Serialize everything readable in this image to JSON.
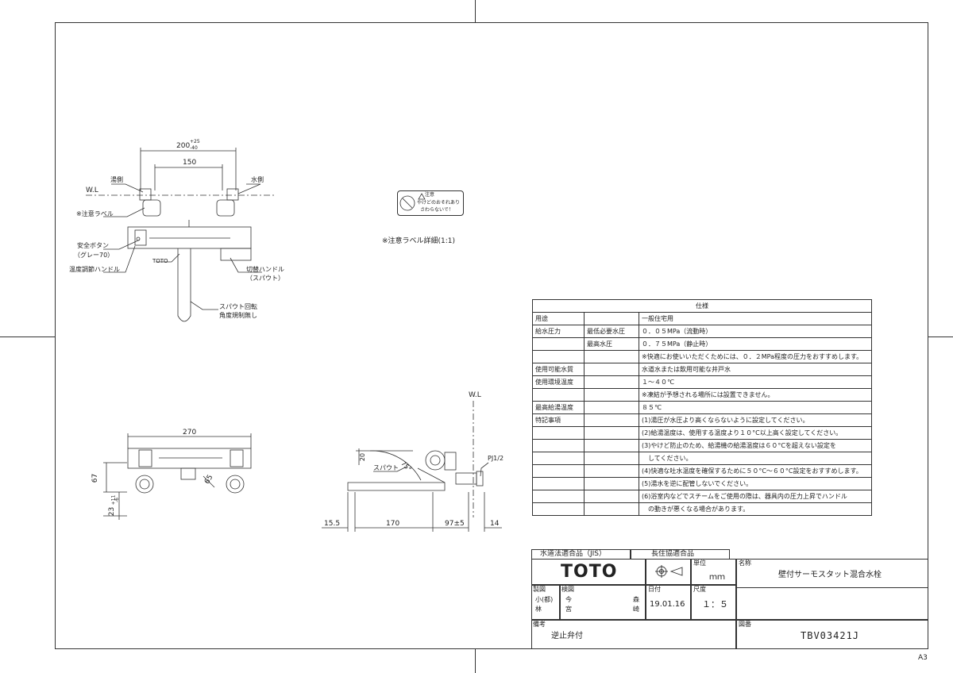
{
  "dims_front": {
    "d200": "200",
    "d200_tol_plus": "+25",
    "d200_tol_minus": "-40",
    "d150": "150",
    "wl": "W.L"
  },
  "labels_front": {
    "hot_side": "湯側",
    "cold_side": "水側",
    "caution_label": "※注意ラベル",
    "safety_button": "安全ボタン",
    "safety_button_color": "（グレー70）",
    "temp_handle": "温度調節ハンドル",
    "brand_mark": "TOTO",
    "switch_handle": "切替ハンドル",
    "switch_handle_sub": "（スパウト）",
    "spout_rotation": "スパウト回転",
    "spout_rotation_sub": "角度規制無し"
  },
  "caution": {
    "title": "注意",
    "line1": "やけどのおそれあり",
    "line2": "さわらないで！",
    "detail_caption": "※注意ラベル詳細(1:1)"
  },
  "dims_bottom": {
    "d270": "270",
    "d67": "67",
    "d23": "23",
    "d23_tol": "+11",
    "d23_tol2": "-6",
    "d65": "65"
  },
  "dims_side": {
    "wl": "W.L",
    "d20": "20",
    "angle": "75°",
    "spout": "スパウト",
    "pj": "PJ1/2",
    "d15_5": "15.5",
    "d170": "170",
    "d97": "97±5",
    "d14": "14"
  },
  "spec": {
    "title": "仕様",
    "rows": [
      {
        "k1": "用途",
        "k2": "",
        "v": "一般住宅用"
      },
      {
        "k1": "給水圧力",
        "k2": "最低必要水圧",
        "v": "０．０５MPa（流動時）"
      },
      {
        "k1": "",
        "k2": "最高水圧",
        "v": "０．７５MPa（静止時）"
      },
      {
        "k1": "",
        "k2": "",
        "v": "※快適にお使いいただくためには、０．２MPa程度の圧力をおすすめします。"
      },
      {
        "k1": "使用可能水質",
        "k2": "",
        "v": "水道水または飲用可能な井戸水"
      },
      {
        "k1": "使用環境温度",
        "k2": "",
        "v": "１～４０℃"
      },
      {
        "k1": "",
        "k2": "",
        "v": "※凍結が予想される場所には設置できません。"
      },
      {
        "k1": "最高給湯温度",
        "k2": "",
        "v": "８５℃"
      },
      {
        "k1": "特記事項",
        "k2": "",
        "v": "(1)湯圧が水圧より高くならないように設定してください。"
      },
      {
        "k1": "",
        "k2": "",
        "v": "(2)給湯温度は、使用する温度より１０°C以上高く設定してください。"
      },
      {
        "k1": "",
        "k2": "",
        "v": "(3)やけど防止のため、給湯機の給湯温度は６０°Cを超えない設定を"
      },
      {
        "k1": "",
        "k2": "",
        "v": "　してください。"
      },
      {
        "k1": "",
        "k2": "",
        "v": "(4)快適な吐水温度を確保するために５０°C～６０°C設定をおすすめします。"
      },
      {
        "k1": "",
        "k2": "",
        "v": "(5)湯水を逆に配管しないでください。"
      },
      {
        "k1": "",
        "k2": "",
        "v": "(6)浴室内などでスチームをご使用の際は、器具内の圧力上昇でハンドル"
      },
      {
        "k1": "",
        "k2": "",
        "v": "　の動きが悪くなる場合があります。"
      }
    ]
  },
  "titleblock": {
    "jis": "水道法適合品（JIS）",
    "long_life": "長住協適合品",
    "brand": "TOTO",
    "unit_label": "単位",
    "unit_value": "ｍｍ",
    "name_label": "名称",
    "name_value": "壁付サーモスタット混合水栓",
    "drawn_label": "製図",
    "drawn_name_top": "小(都)",
    "drawn_name_bottom": "林",
    "checked_label": "検図",
    "checked_a": "今",
    "checked_b": "宮",
    "approved_a": "森",
    "approved_b": "崎",
    "date_label": "日付",
    "date_value": "19.01.16",
    "scale_label": "尺度",
    "scale_value": "１：５",
    "remarks_label": "備考",
    "remarks_value": "逆止弁付",
    "drawing_no_label": "図番",
    "drawing_no_value": "TBV03421J"
  },
  "paper_size": "A3"
}
